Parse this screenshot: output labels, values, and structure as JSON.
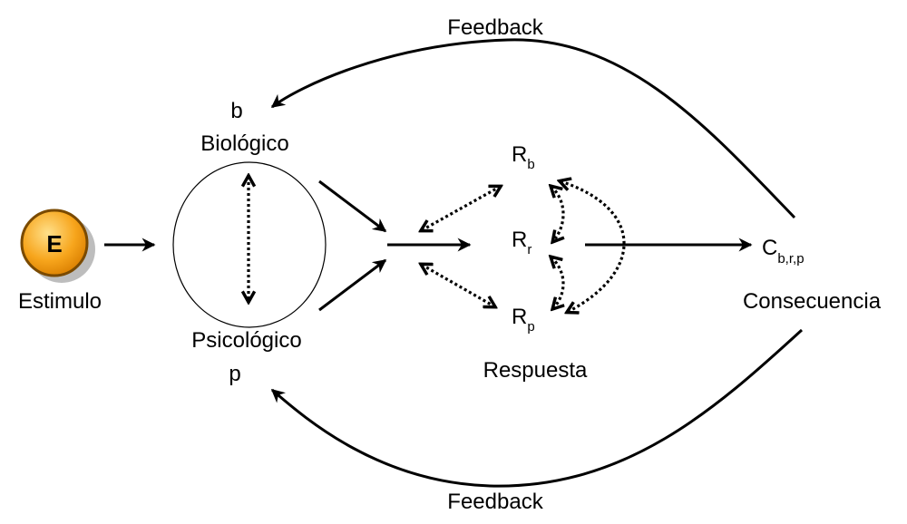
{
  "stimulus": {
    "letter": "E",
    "label": "Estimulo",
    "colors": {
      "fill": "#F7A51C",
      "border": "#7A4A00",
      "shadow": "#BDBDBD"
    }
  },
  "organism": {
    "bio_symbol": "b",
    "bio_label": "Biológico",
    "psy_label": "Psicológico",
    "psy_symbol": "p"
  },
  "responses": {
    "items": [
      {
        "main": "R",
        "sub": "b"
      },
      {
        "main": "R",
        "sub": "r"
      },
      {
        "main": "R",
        "sub": "p"
      }
    ],
    "label": "Respuesta"
  },
  "consequence": {
    "main": "C",
    "sub": "b,r,p",
    "label": "Consecuencia"
  },
  "feedback": {
    "top": "Feedback",
    "bottom": "Feedback"
  }
}
